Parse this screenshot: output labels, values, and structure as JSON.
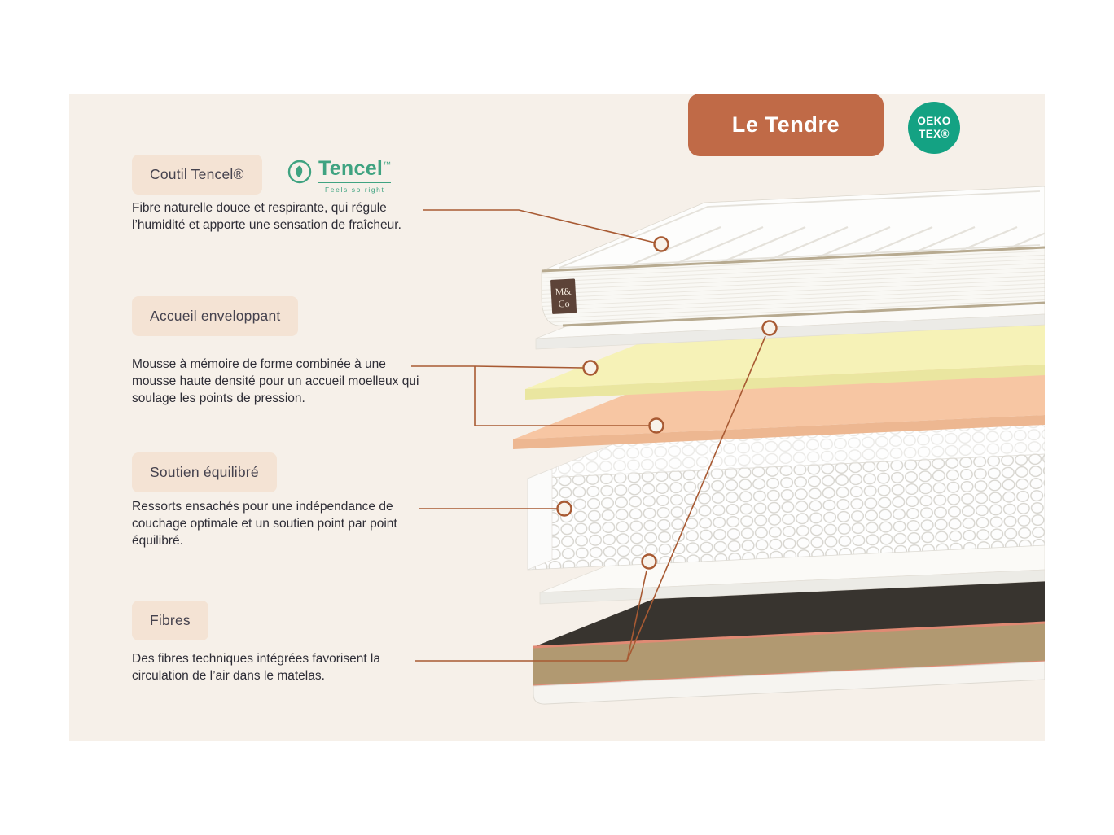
{
  "header": {
    "badge_title": "Le Tendre",
    "certification": {
      "line1": "OEKO",
      "line2": "TEX®"
    }
  },
  "tencel": {
    "name": "Tencel",
    "trademark": "™",
    "tagline": "Feels so right"
  },
  "sections": [
    {
      "label": "Coutil Tencel®",
      "description": "Fibre naturelle douce et respirante, qui régule l’humidité et apporte une sensation de fraîcheur."
    },
    {
      "label": "Accueil enveloppant",
      "description": "Mousse à mémoire de forme combinée à une mousse haute densité pour un accueil moelleux qui soulage les points de pression."
    },
    {
      "label": "Soutien équilibré",
      "description": "Ressorts ensachés pour une indépendance de couchage optimale et un soutien point par point équilibré."
    },
    {
      "label": "Fibres",
      "description": "Des fibres techniques intégrées favorisent la circulation de l’air dans le matelas."
    }
  ],
  "mattress": {
    "brand_label": {
      "line1": "M&",
      "line2": "Co"
    }
  },
  "colors": {
    "accent_terracotta": "#c06a47",
    "connector": "#a85a33",
    "oeko_green": "#14a283",
    "tencel_green": "#3fa381",
    "label_pill": "#f4e3d4",
    "canvas_cream": "#f6f0e9",
    "foam_yellow": "#f6f2b7",
    "foam_peach": "#f7c6a3",
    "base_tan": "#b19971",
    "base_dark": "#38342f",
    "piping_pink": "#df8872"
  }
}
